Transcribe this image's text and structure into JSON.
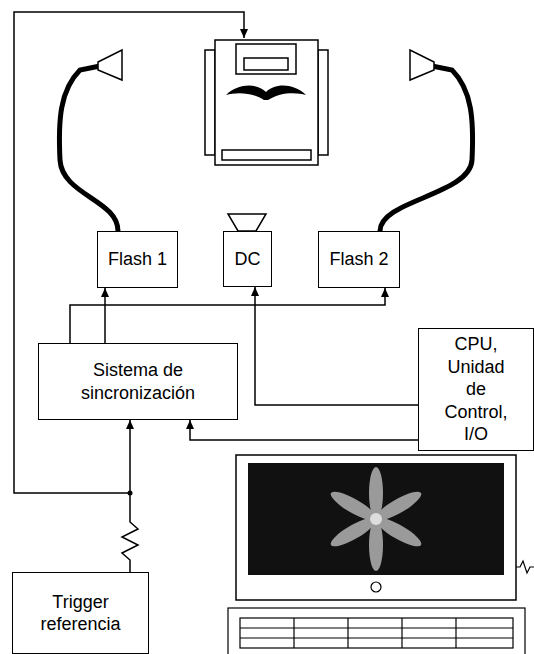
{
  "diagram": {
    "nodes": [
      {
        "text": [
          "Flash 1"
        ]
      },
      {
        "text": [
          "DC"
        ]
      },
      {
        "text": [
          "Flash 2"
        ]
      },
      {
        "text": [
          "Sistema de sincronización"
        ]
      },
      {
        "text": [
          "CPU, Unidad de Control, I/O"
        ]
      },
      {
        "text": [
          "Trigger referencia"
        ]
      }
    ],
    "edges": [
      {
        "from": 3,
        "to": 0,
        "arrow": "to"
      },
      {
        "from": 3,
        "to": 2,
        "arrow": "to"
      },
      {
        "from": 4,
        "to": 1,
        "arrow": "to"
      },
      {
        "from": 4,
        "to": 3,
        "arrow": "to"
      },
      {
        "from": 5,
        "to": 3,
        "arrow": "to"
      }
    ]
  }
}
